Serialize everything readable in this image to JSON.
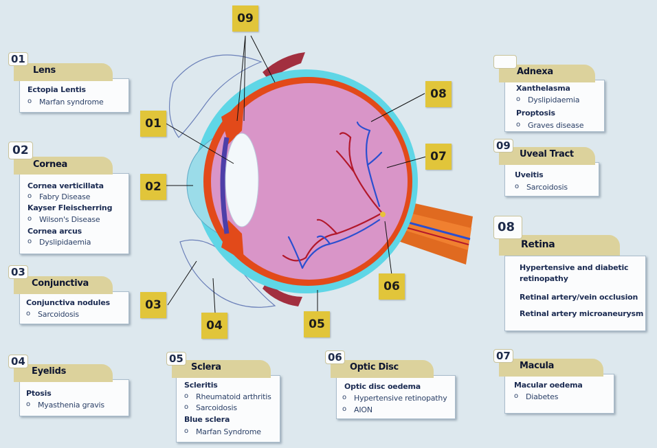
{
  "colors": {
    "background": "#dde8ee",
    "label_box": "#e1c53a",
    "tab": "#dcd29c",
    "eyeball": "#d995c8",
    "sclera_rim": "#e24a1a",
    "outer_rim": "#5fd6e6",
    "artery": "#b2182b",
    "vein": "#2a4fd0"
  },
  "labels": {
    "l01": "01",
    "l02": "02",
    "l03": "03",
    "l04": "04",
    "l05": "05",
    "l06": "06",
    "l07": "07",
    "l08": "08",
    "l09": "09"
  },
  "callouts": {
    "lens": {
      "num": "01",
      "title": "Lens",
      "lines": [
        "Ectopia Lentis",
        "Marfan syndrome"
      ]
    },
    "cornea": {
      "num": "02",
      "title": "Cornea",
      "lines": [
        "Cornea verticillata",
        "Fabry Disease",
        "Kayser Fleischerring",
        "Wilson's Disease",
        "Cornea arcus",
        "Dyslipidaemia"
      ]
    },
    "conjunctiva": {
      "num": "03",
      "title": "Conjunctiva",
      "lines": [
        "Conjunctiva nodules",
        "Sarcoidosis"
      ]
    },
    "eyelids": {
      "num": "04",
      "title": "Eyelids",
      "lines": [
        "Ptosis",
        "Myasthenia gravis"
      ]
    },
    "sclera": {
      "num": "05",
      "title": "Sclera",
      "lines": [
        "Scleritis",
        "Rheumatoid arthritis",
        "Sarcoidosis",
        "Blue sclera",
        "Marfan Syndrome"
      ]
    },
    "optic": {
      "num": "06",
      "title": "Optic Disc",
      "lines": [
        "Optic disc oedema",
        "Hypertensive retinopathy",
        "AION"
      ]
    },
    "adnexa": {
      "num": "",
      "title": "Adnexa",
      "lines": [
        "Xanthelasma",
        "Dyslipidaemia",
        "Proptosis",
        "Graves disease"
      ]
    },
    "uveal": {
      "num": "09",
      "title": "Uveal Tract",
      "lines": [
        "Uveitis",
        "Sarcoidosis"
      ]
    },
    "retina": {
      "num": "08",
      "title": "Retina",
      "lines": [
        "Hypertensive and diabetic retinopathy",
        "Retinal artery/vein occlusion",
        "Retinal artery microaneurysm"
      ]
    },
    "macula": {
      "num": "07",
      "title": "Macula",
      "lines": [
        "Macular oedema",
        "Diabetes"
      ]
    }
  }
}
